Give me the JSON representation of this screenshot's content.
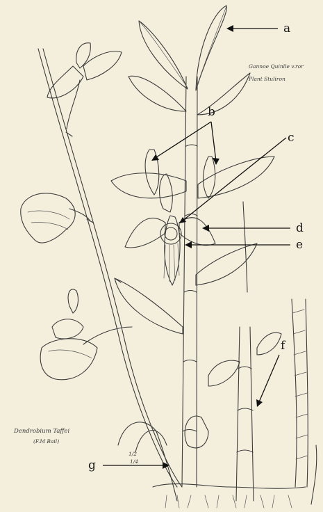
{
  "labels": {
    "a": "a",
    "b": "b",
    "c": "c",
    "d": "d",
    "e": "e",
    "f": "f",
    "g": "g"
  },
  "notes": {
    "top_right_line1": "Gannoe Quinlle v.ror",
    "top_right_line2": "Plant Stuliron",
    "species_line1": "Dendrobium Taffei",
    "species_line2": "(F.M Bail)",
    "scale_top": "1/2",
    "scale_bottom": "1/4"
  },
  "colors": {
    "paper": "#f4efdc",
    "ink": "#3b3b3b",
    "arrow": "#111111"
  }
}
